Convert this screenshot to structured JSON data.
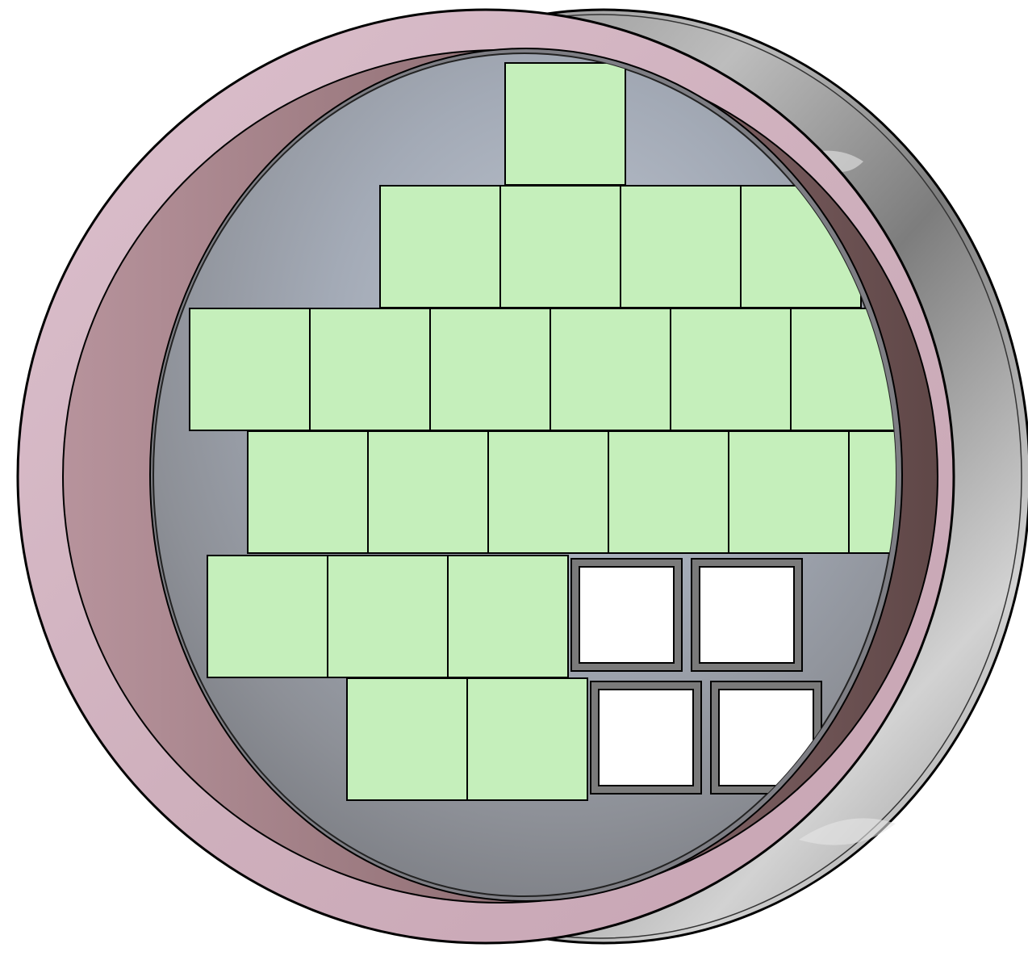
{
  "diagram": {
    "colors": {
      "background": "#ffffff",
      "ring_face": "#d4b6c4",
      "ring_inner": "#a9868f",
      "ring_shadow": "#705656",
      "back_shell": "#8d8d8d",
      "back_shell_light": "#c9c9c9",
      "window": "#a6adb8",
      "window_dark": "#84868c",
      "cell_filled": "#c5efbb",
      "cell_empty": "#ffffff",
      "empty_frame": "#7a7a7a",
      "outline": "#000000"
    },
    "grid": {
      "rows": [
        {
          "row": 0,
          "filled": 1,
          "empty": 0
        },
        {
          "row": 1,
          "filled": 4,
          "empty": 0
        },
        {
          "row": 2,
          "filled": 6,
          "empty": 0
        },
        {
          "row": 3,
          "filled": 6,
          "empty": 0
        },
        {
          "row": 4,
          "filled": 3,
          "empty": 2
        },
        {
          "row": 5,
          "filled": 2,
          "empty": 2
        }
      ],
      "filled_total": 22,
      "empty_total": 4
    }
  }
}
